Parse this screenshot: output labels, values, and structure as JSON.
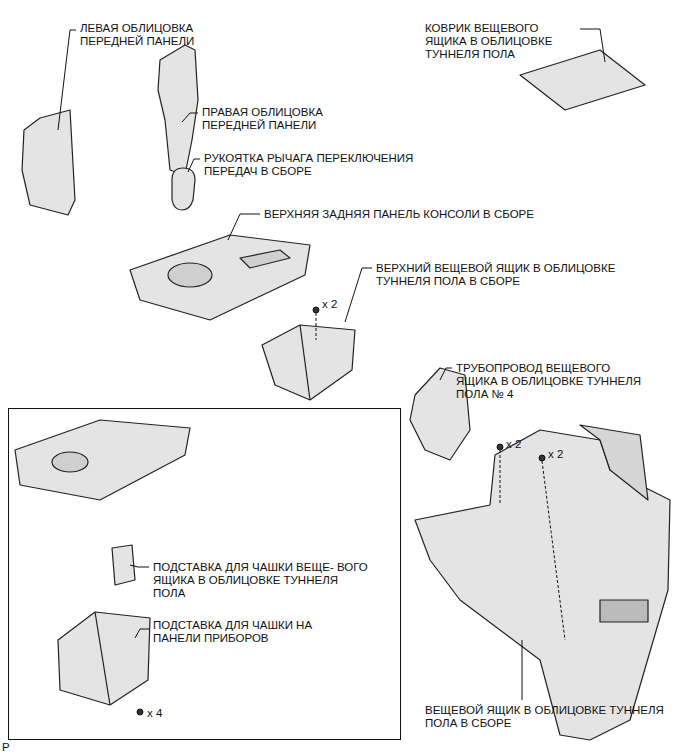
{
  "diagram": {
    "nodes": [
      {
        "text": [
          "ПОДСТАВКА ДЛЯ ЧАШКИ ВЕЩЕ- ВОГО ЯЩИКА В ОБЛИЦОВКЕ ТУННЕЛЯ ПОЛА",
          "ПОДСТАВКА ДЛЯ ЧАШКИ НА ПАНЕЛИ ПРИБОРОВ",
          "x 4"
        ]
      }
    ],
    "labels": [
      "ЛЕВАЯ ОБЛИЦОВКА ПЕРЕДНЕЙ ПАНЕЛИ",
      "КОВРИК ВЕЩЕВОГО ЯЩИКА В ОБЛИЦОВКЕ ТУННЕЛЯ ПОЛА",
      "ПРАВАЯ ОБЛИЦОВКА ПЕРЕДНЕЙ ПАНЕЛИ",
      "РУКОЯТКА РЫЧАГА ПЕРЕКЛЮЧЕНИЯ ПЕРЕДАЧ В СБОРЕ",
      "ВЕРХНЯЯ ЗАДНЯЯ ПАНЕЛЬ КОНСОЛИ В СБОРЕ",
      "ВЕРХНИЙ ВЕЩЕВОЙ ЯЩИК В ОБЛИЦОВКЕ ТУННЕЛЯ ПОЛА В СБОРЕ",
      "x 2",
      "ТРУБОПРОВОД ВЕЩЕВОГО ЯЩИКА В ОБЛИЦОВКЕ ТУННЕЛЯ ПОЛА № 4",
      "x 2",
      "x 2",
      "ВЕЩЕВОЙ ЯЩИК В ОБЛИЦОВКЕ ТУННЕЛЯ ПОЛА В СБОРЕ",
      "P"
    ]
  }
}
